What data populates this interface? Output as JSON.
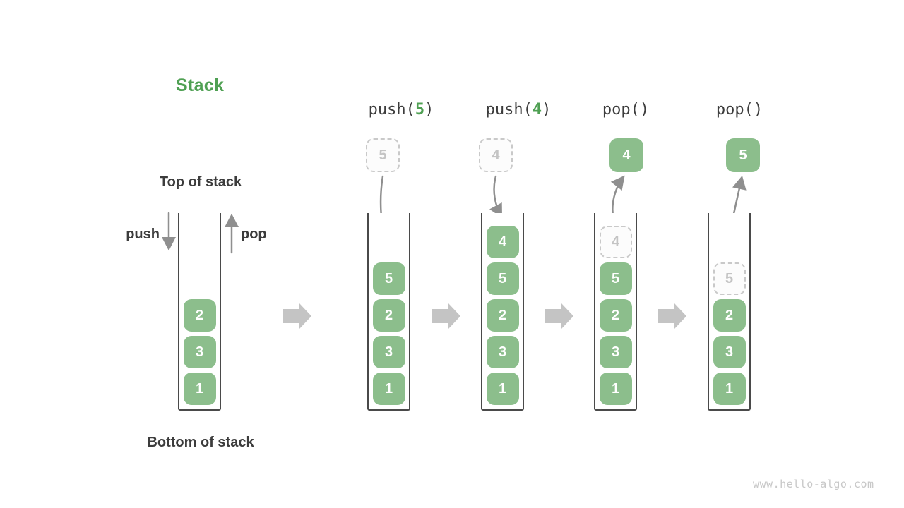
{
  "title": "Stack",
  "labels": {
    "top_of_stack": "Top of stack",
    "bottom_of_stack": "Bottom of stack",
    "push": "push",
    "pop": "pop"
  },
  "watermark": "www.hello-algo.com",
  "colors": {
    "green_box": "#8CBE8C",
    "accent_green": "#4FA053",
    "dark_text": "#3C3C3C",
    "thin_arrow": "#8F8F8F",
    "block_arrow": "#C4C4C4",
    "ghost_border": "#C9C9C9",
    "wall": "#4A4A4A"
  },
  "steps": [
    {
      "id": "initial-stack",
      "operation": null,
      "cells_top_to_bottom": [
        "2",
        "3",
        "1"
      ]
    },
    {
      "id": "after-push-5",
      "operation": {
        "prefix": "push(",
        "arg": "5",
        "suffix": ")"
      },
      "floating": {
        "style": "ghost",
        "value": "5"
      },
      "cells_top_to_bottom": [
        "5",
        "2",
        "3",
        "1"
      ]
    },
    {
      "id": "after-push-4",
      "operation": {
        "prefix": "push(",
        "arg": "4",
        "suffix": ")"
      },
      "floating": {
        "style": "ghost",
        "value": "4"
      },
      "cells_top_to_bottom": [
        "4",
        "5",
        "2",
        "3",
        "1"
      ]
    },
    {
      "id": "after-pop-4",
      "operation": {
        "prefix": "pop(",
        "arg": "",
        "suffix": ")"
      },
      "floating": {
        "style": "solid",
        "value": "4"
      },
      "ghost_in_stack": "4",
      "cells_top_to_bottom": [
        "5",
        "2",
        "3",
        "1"
      ]
    },
    {
      "id": "after-pop-5",
      "operation": {
        "prefix": "pop(",
        "arg": "",
        "suffix": ")"
      },
      "floating": {
        "style": "solid",
        "value": "5"
      },
      "ghost_in_stack": "5",
      "cells_top_to_bottom": [
        "2",
        "3",
        "1"
      ]
    }
  ]
}
